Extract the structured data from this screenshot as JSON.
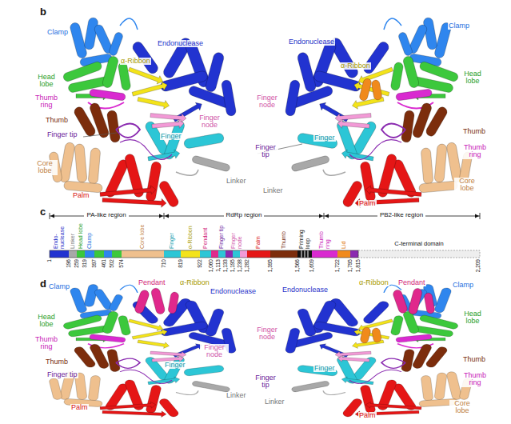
{
  "diagram": {
    "labels": [
      "b",
      "Clamp",
      "Endonuclease",
      "α-Ribbon",
      "Head lobe",
      "Thumb ring",
      "Thumb",
      "Finger tip",
      "Core lobe",
      "Finger node",
      "Finger",
      "Linker",
      "Palm",
      "Endonuclease",
      "Clamp",
      "α-Ribbon",
      "Head lobe",
      "Finger node",
      "Finger",
      "Finger tip",
      "Thumb",
      "Thumb ring",
      "Core lobe",
      "Linker",
      "Palm",
      "c",
      "PA-like region",
      "RdRp region",
      "PB2-like region",
      "Endo-nuclease",
      "Linker",
      "Head lobe",
      "Clamp",
      "Core lobe",
      "Finger",
      "α-Ribbon",
      "Pendant",
      "Finger tip",
      "Finger node",
      "Palm",
      "Thumb",
      "Priming loop",
      "Thumb ring",
      "Lid",
      "C-terminal domain",
      "1",
      "196",
      "259",
      "319",
      "397",
      "461",
      "502",
      "574",
      "710",
      "819",
      "922",
      "1,060",
      "1,113",
      "1,133",
      "1,195",
      "1,238",
      "1,282",
      "1,395",
      "1,566",
      "1,609",
      "1,722",
      "1,795",
      "1,815",
      "2,209",
      "d",
      "Clamp",
      "Pendant",
      "α-Ribbon",
      "Endonuclease",
      "Head lobe",
      "Thumb ring",
      "Thumb",
      "Finger tip",
      "Finger node",
      "Finger",
      "Linker",
      "Palm",
      "Endonuclease",
      "α-Ribbon",
      "Pendant",
      "Clamp",
      "Head lobe",
      "Finger node",
      "Finger",
      "Finger tip",
      "Thumb",
      "Thumb ring",
      "Core lobe",
      "Linker",
      "Palm"
    ]
  }
}
